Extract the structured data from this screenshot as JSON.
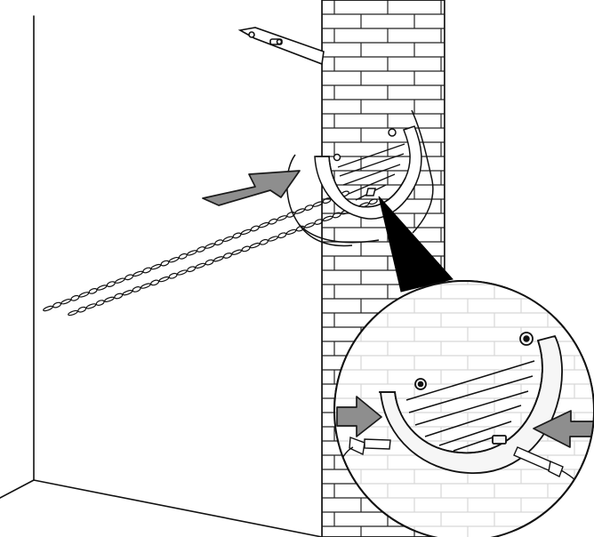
{
  "image": {
    "type": "installation-instruction-illustration",
    "style": "black-and-white line drawing",
    "colors": {
      "background": "#ffffff",
      "line": "#111111",
      "arrow_fill": "#8e8e8e",
      "arrow_stroke": "#1a1a1a",
      "callout_fill": "#000000",
      "part_fill": "#f6f6f6"
    },
    "icons": [
      "push-arrow-icon",
      "push-arrow-icon",
      "push-arrow-icon"
    ],
    "elements": [
      "wall",
      "brick-pier",
      "bracket",
      "chains",
      "curved-chain-guide",
      "detail-magnifier"
    ]
  }
}
